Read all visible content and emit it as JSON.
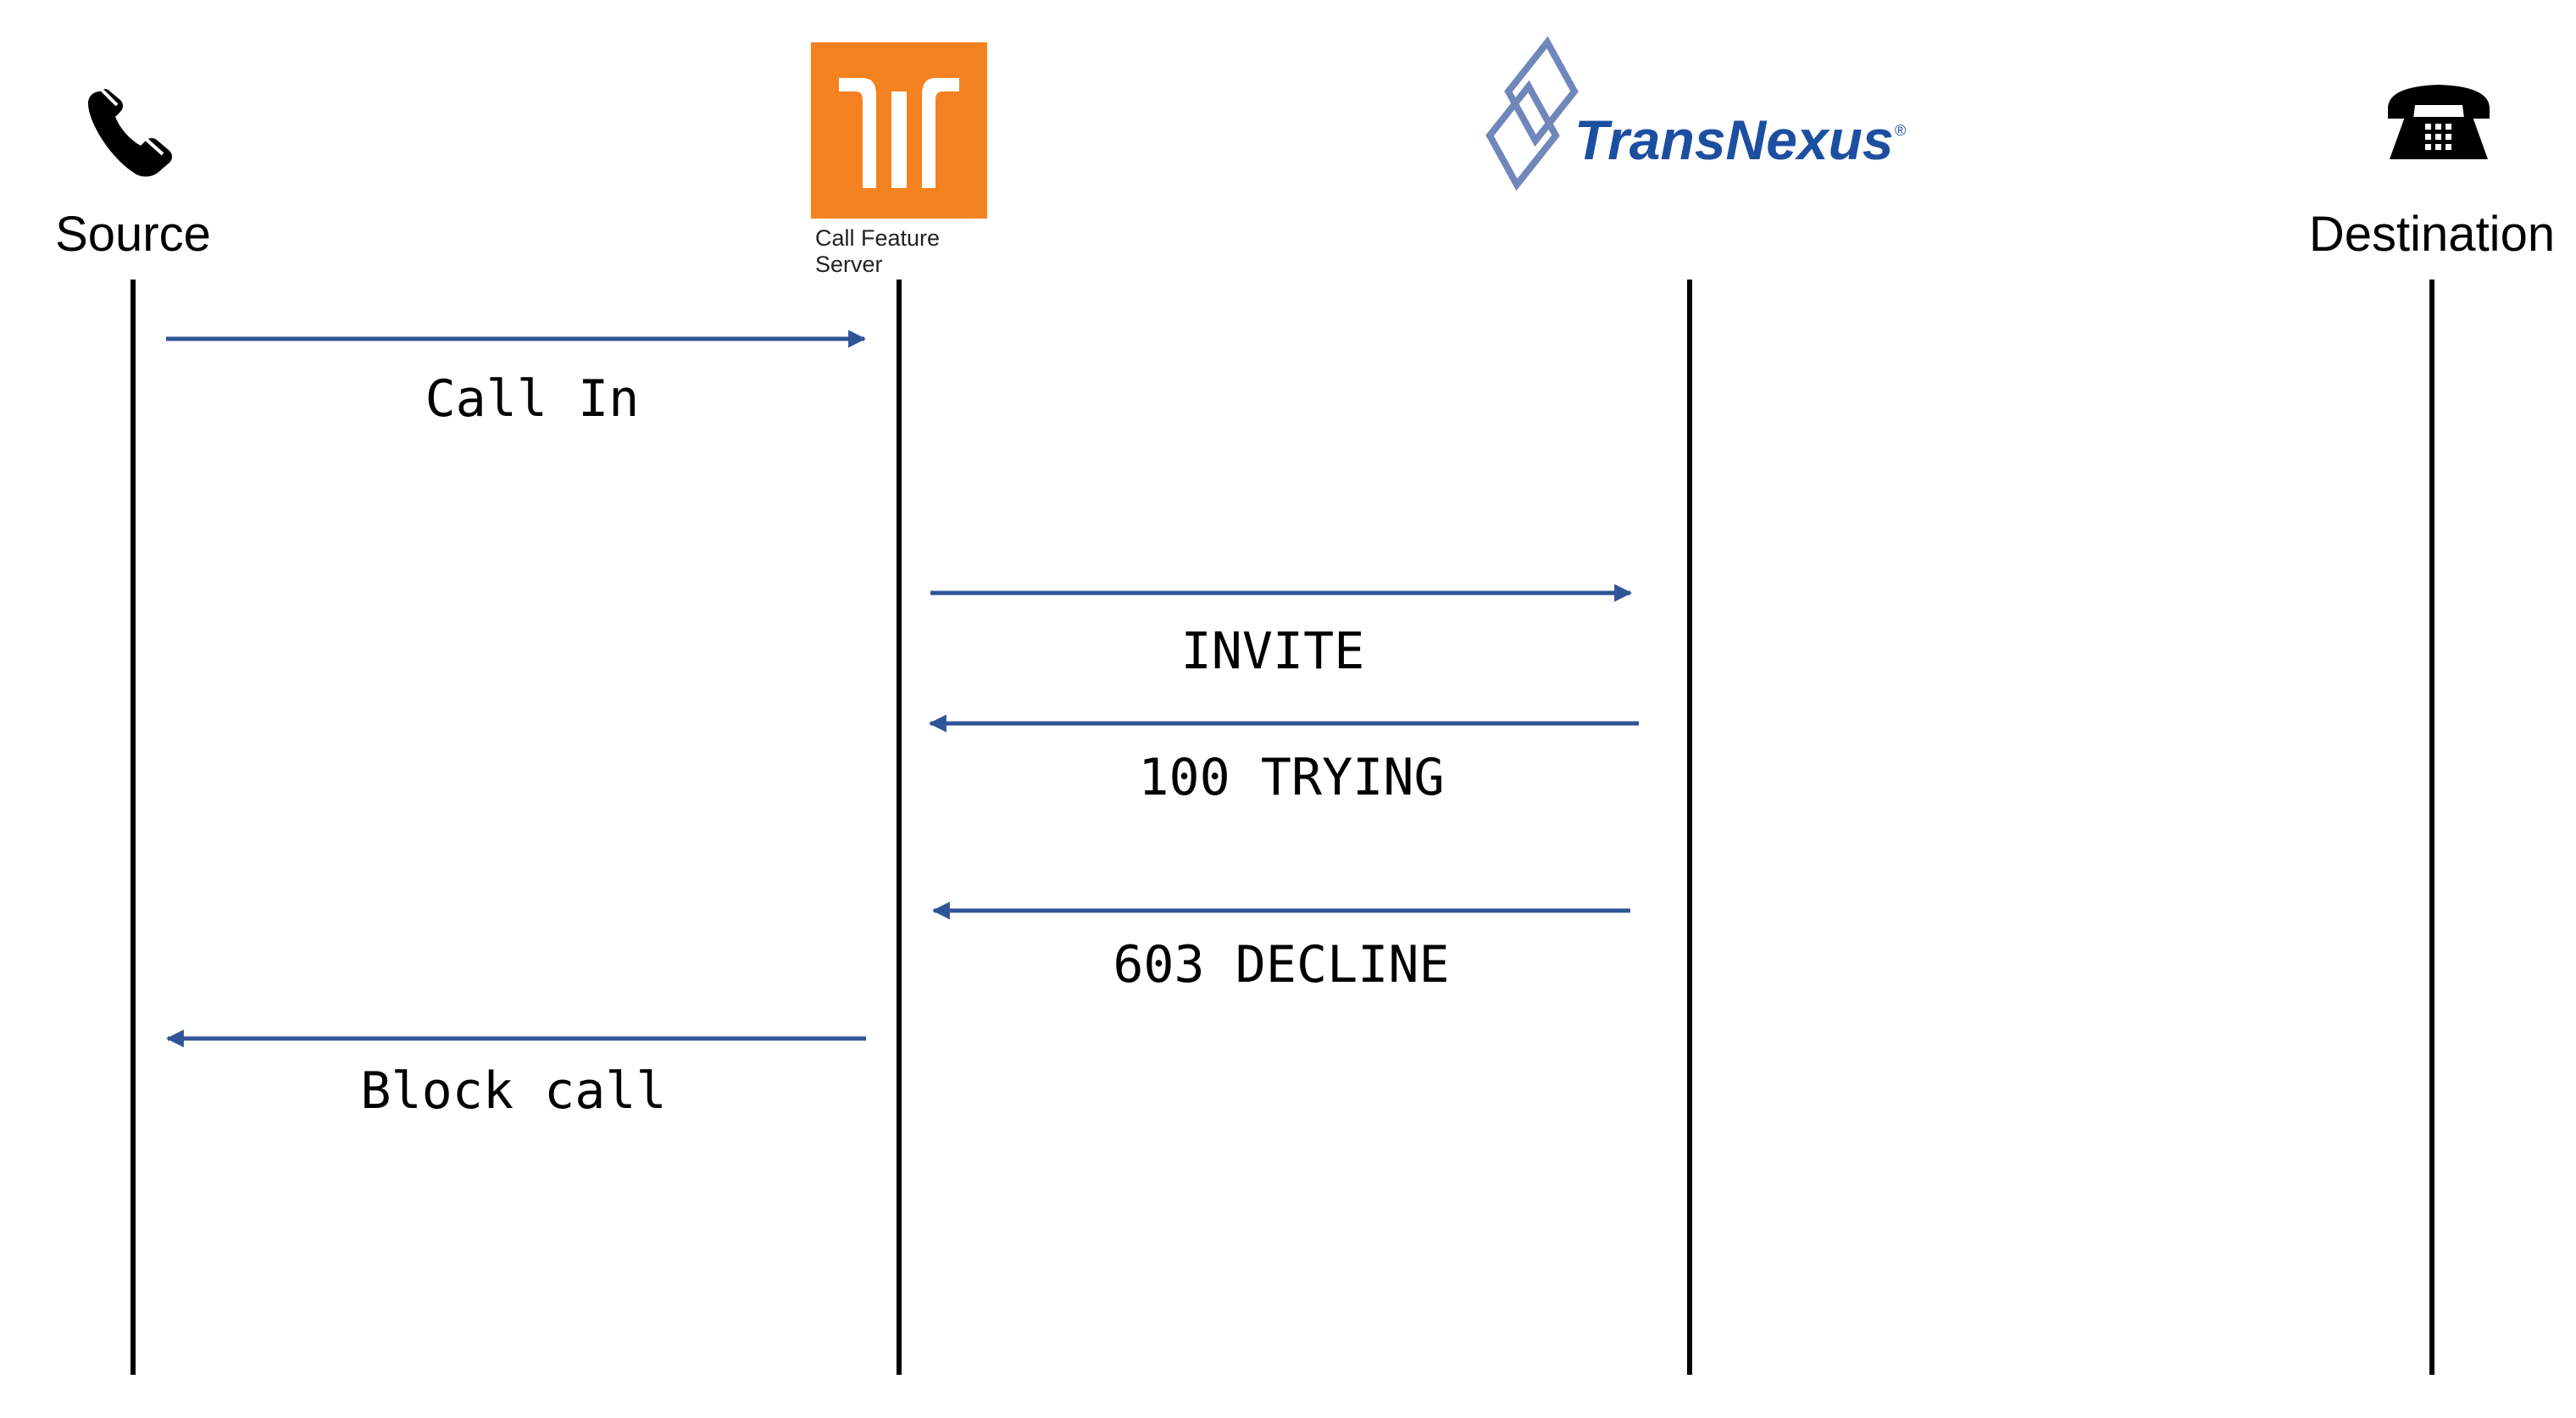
{
  "participants": {
    "source": {
      "label": "Source",
      "icon": "phone-handset-icon"
    },
    "server": {
      "caption_line1": "Call Feature",
      "caption_line2": "Server",
      "icon": "call-feature-server-logo",
      "logo_color": "#f58220"
    },
    "transnexus": {
      "brand": "TransNexus",
      "reg_mark": "®",
      "icon": "transnexus-logo",
      "brand_color": "#1d4fa0"
    },
    "destination": {
      "label": "Destination",
      "icon": "desk-telephone-icon"
    }
  },
  "messages": [
    {
      "label": "Call In",
      "from": "source",
      "to": "server"
    },
    {
      "label": "INVITE",
      "from": "server",
      "to": "transnexus"
    },
    {
      "label": "100 TRYING",
      "from": "transnexus",
      "to": "server"
    },
    {
      "label": "603 DECLINE",
      "from": "transnexus",
      "to": "server"
    },
    {
      "label": "Block call",
      "from": "server",
      "to": "source"
    }
  ],
  "colors": {
    "arrow": "#2f5597",
    "lifeline": "#000000"
  }
}
